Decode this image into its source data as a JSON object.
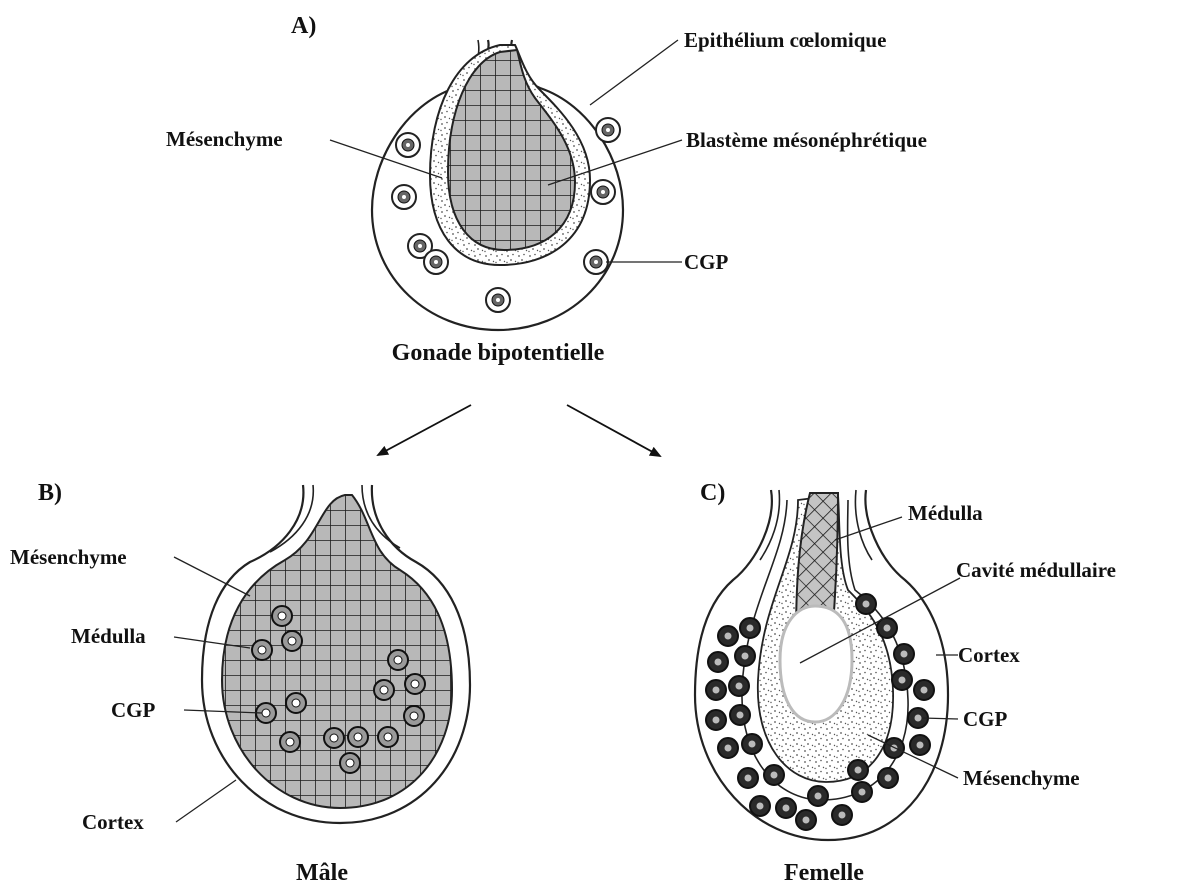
{
  "colors": {
    "ink": "#222222",
    "grid_fill": "#b8b8b8",
    "stipple": "#555555",
    "cell_dark": "#2a2a2a",
    "background": "#ffffff"
  },
  "panel_a": {
    "tag": "A)",
    "caption": "Gonade bipotentielle",
    "labels": {
      "epithelium": "Epithélium cœlomique",
      "mesenchyme": "Mésenchyme",
      "blasteme": "Blastème mésonéphrétique",
      "cgp": "CGP"
    }
  },
  "panel_b": {
    "tag": "B)",
    "caption": "Mâle",
    "labels": {
      "mesenchyme": "Mésenchyme",
      "medulla": "Médulla",
      "cgp": "CGP",
      "cortex": "Cortex"
    }
  },
  "panel_c": {
    "tag": "C)",
    "caption": "Femelle",
    "labels": {
      "medulla": "Médulla",
      "cavite": "Cavité médullaire",
      "cortex": "Cortex",
      "cgp": "CGP",
      "mesenchyme": "Mésenchyme"
    }
  }
}
